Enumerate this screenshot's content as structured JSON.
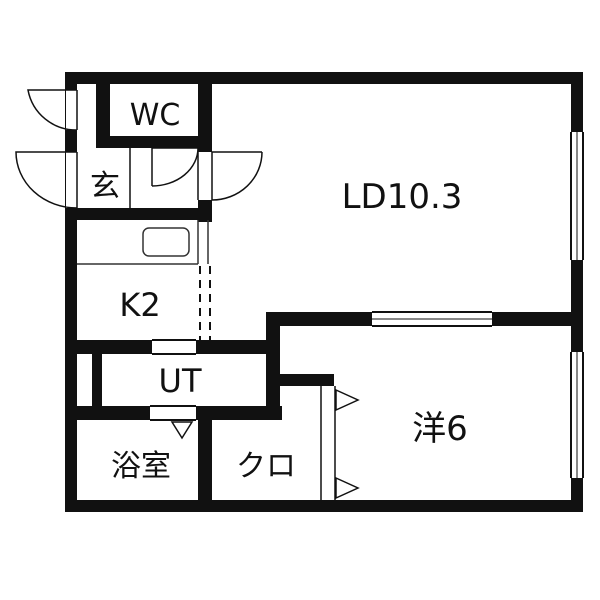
{
  "rooms": {
    "wc": "WC",
    "entrance": "玄",
    "living_dining": "LD10.3",
    "kitchen": "K2",
    "utility": "UT",
    "bathroom": "浴室",
    "closet": "クロ",
    "western_room": "洋6"
  },
  "colors": {
    "wall": "#111111",
    "fixture_line": "#333333",
    "background": "#ffffff"
  }
}
